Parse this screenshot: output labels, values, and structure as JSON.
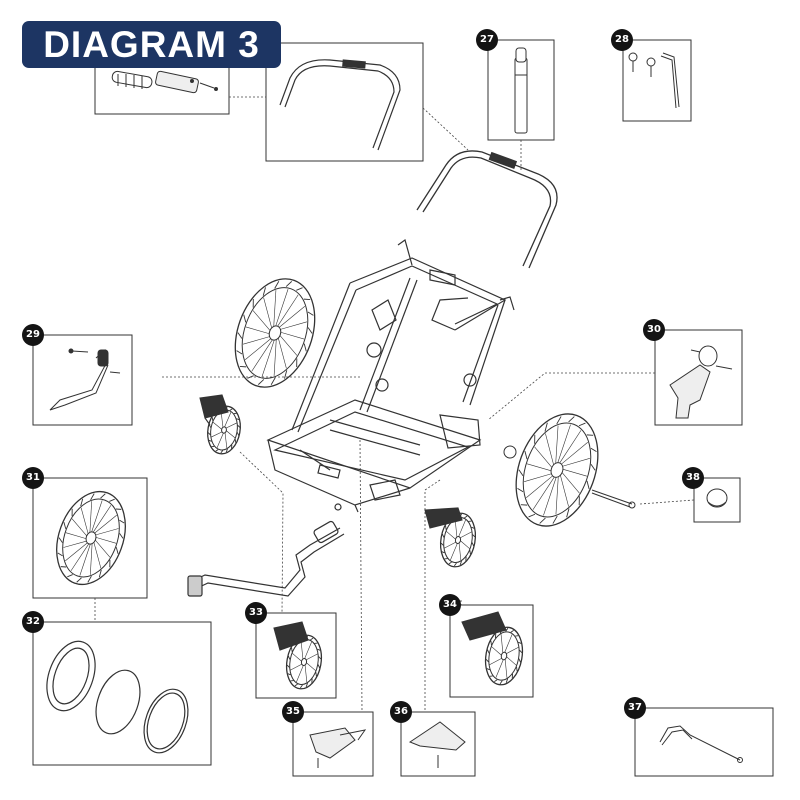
{
  "title": "DIAGRAM 3",
  "colors": {
    "title_bg": "#1d3563",
    "title_text": "#ffffff",
    "badge_bg": "#141414",
    "line": "#333333"
  },
  "parts": [
    {
      "number": "27",
      "name": "strap"
    },
    {
      "number": "28",
      "name": "screws-and-hex-key"
    },
    {
      "number": "29",
      "name": "brake-lever"
    },
    {
      "number": "30",
      "name": "bracket"
    },
    {
      "number": "31",
      "name": "rear-wheel"
    },
    {
      "number": "32",
      "name": "tire-tube-rim"
    },
    {
      "number": "33",
      "name": "swivel-wheel-left"
    },
    {
      "number": "34",
      "name": "swivel-wheel-right"
    },
    {
      "number": "35",
      "name": "wheel-mount-left"
    },
    {
      "number": "36",
      "name": "wheel-mount-right"
    },
    {
      "number": "37",
      "name": "quick-release-axle"
    },
    {
      "number": "38",
      "name": "axle-cap"
    }
  ]
}
